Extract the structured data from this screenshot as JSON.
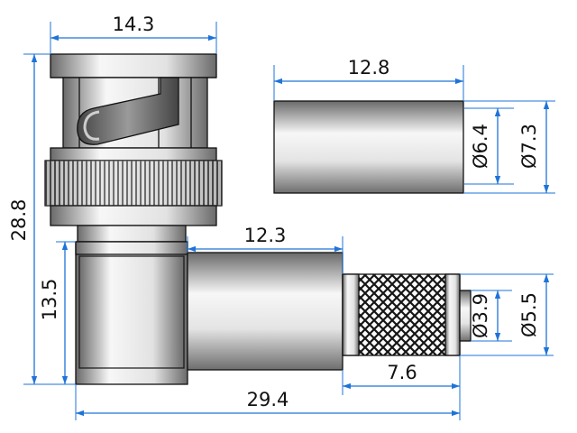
{
  "units": "mm",
  "colors": {
    "dimension": "#1e73d8",
    "body_light": "#f4f4f4",
    "body_mid": "#bdbdbd",
    "body_dark": "#5a5a5a",
    "outline": "#111111"
  },
  "dimensions": {
    "bnc_width": "14.3",
    "ferrule_length": "12.8",
    "ferrule_inner_dia": "Ø6.4",
    "ferrule_outer_dia": "Ø7.3",
    "total_height": "28.8",
    "body_height": "13.5",
    "barrel_length": "12.3",
    "pin_inner_dia": "Ø3.9",
    "pin_outer_dia": "Ø5.5",
    "knurl_length": "7.6",
    "total_length": "29.4"
  }
}
